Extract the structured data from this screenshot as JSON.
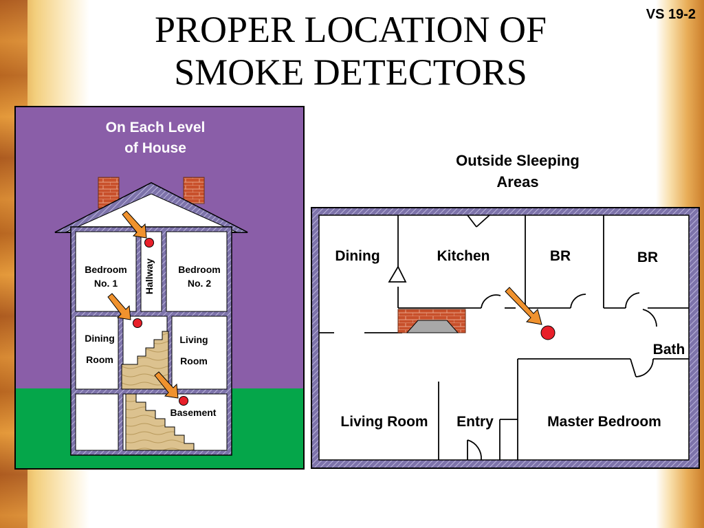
{
  "slide": {
    "title_line1": "PROPER LOCATION OF",
    "title_line2": "SMOKE DETECTORS",
    "id": "VS 19-2"
  },
  "house_panel": {
    "caption_line1": "On Each Level",
    "caption_line2": "of House",
    "rooms": {
      "bedroom1_line1": "Bedroom",
      "bedroom1_line2": "No. 1",
      "hallway": "Hallway",
      "bedroom2_line1": "Bedroom",
      "bedroom2_line2": "No. 2",
      "dining_line1": "Dining",
      "dining_line2": "Room",
      "living_line1": "Living",
      "living_line2": "Room",
      "basement": "Basement"
    }
  },
  "floorplan_panel": {
    "caption_line1": "Outside Sleeping",
    "caption_line2": "Areas",
    "rooms": {
      "dining": "Dining",
      "kitchen": "Kitchen",
      "br1": "BR",
      "br2": "BR",
      "bath": "Bath",
      "living_room": "Living Room",
      "entry": "Entry",
      "master_bedroom": "Master Bedroom"
    }
  },
  "colors": {
    "sky": "#8a5ea8",
    "grass": "#05a64a",
    "wall": "#7d73aa",
    "detector": "#e8202a",
    "arrow": "#f0922e",
    "brick": "#c8502b",
    "stairs": "#dcc28f"
  }
}
